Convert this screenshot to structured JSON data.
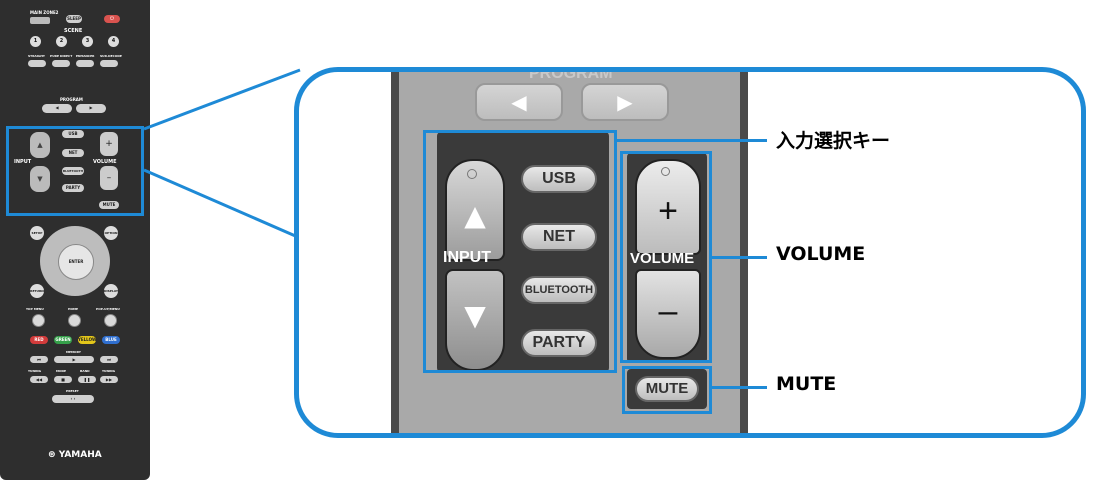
{
  "remote_small": {
    "zone": "MAIN   ZONE2",
    "sleep": "SLEEP",
    "scene": "SCENE",
    "scene_buttons": [
      "1",
      "2",
      "3",
      "4"
    ],
    "modes": [
      "STRAIGHT",
      "PURE DIRECT",
      "ENHANCER",
      "SUR.DECODE"
    ],
    "program": "PROGRAM",
    "usb": "USB",
    "net": "NET",
    "bluetooth": "BLUETOOTH",
    "party": "PARTY",
    "input": "INPUT",
    "volume": "VOLUME",
    "mute": "MUTE",
    "setup": "SETUP",
    "option": "OPTION",
    "enter": "ENTER",
    "return": "RETURN",
    "display": "DISPLAY",
    "top_menu": "TOP MENU",
    "home": "HOME",
    "popup_menu": "POP-UP/MENU",
    "colors": [
      "RED",
      "GREEN",
      "YELLOW",
      "BLUE"
    ],
    "memory": "MEMORY",
    "tuning": "TUNING",
    "mode": "MODE",
    "band": "BAND",
    "preset": "PRESET",
    "brand": "YAMAHA"
  },
  "zoom": {
    "program": "PROGRAM",
    "input": "INPUT",
    "usb": "USB",
    "net": "NET",
    "bluetooth": "BLUETOOTH",
    "party": "PARTY",
    "volume": "VOLUME",
    "plus": "+",
    "minus": "–",
    "mute": "MUTE"
  },
  "callouts": {
    "input_select": "入力選択キー",
    "volume": "VOLUME",
    "mute": "MUTE"
  },
  "colors": {
    "accent": "#1e8ad6",
    "red": "#d23b3b",
    "green": "#35a04a",
    "yellow": "#e3c61a",
    "blue": "#2f6fd0"
  }
}
